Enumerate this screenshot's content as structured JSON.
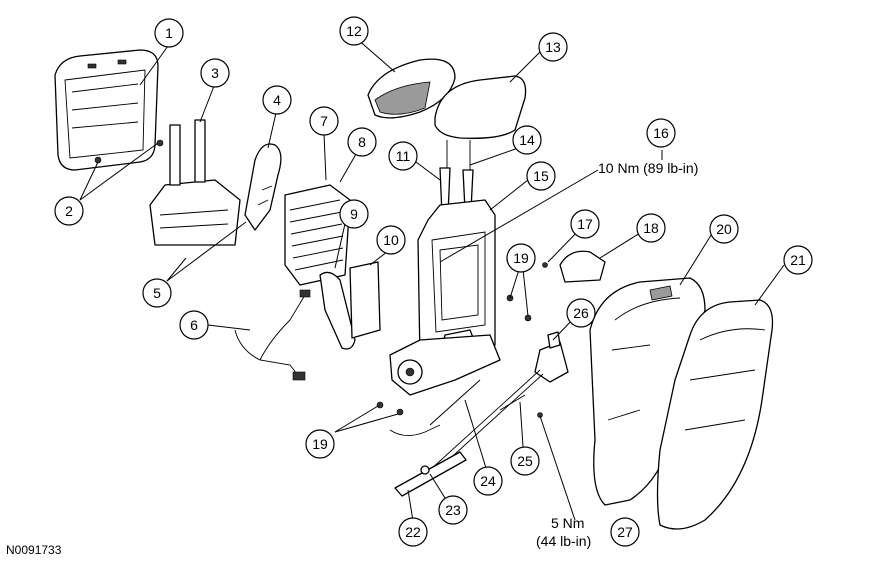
{
  "figure_id": "N0091733",
  "callouts": [
    "1",
    "2",
    "3",
    "4",
    "5",
    "6",
    "7",
    "8",
    "9",
    "10",
    "11",
    "12",
    "13",
    "14",
    "15",
    "16",
    "17",
    "18",
    "19",
    "19",
    "20",
    "21",
    "22",
    "23",
    "24",
    "25",
    "26",
    "27"
  ],
  "torque_specs": {
    "spec_16_line1": "10 Nm (89 lb-in)",
    "spec_27_line1": "5 Nm",
    "spec_27_line2": "(44 lb-in)"
  },
  "colors": {
    "line": "#000000",
    "background": "#ffffff",
    "shade": "#9a9a9a"
  }
}
